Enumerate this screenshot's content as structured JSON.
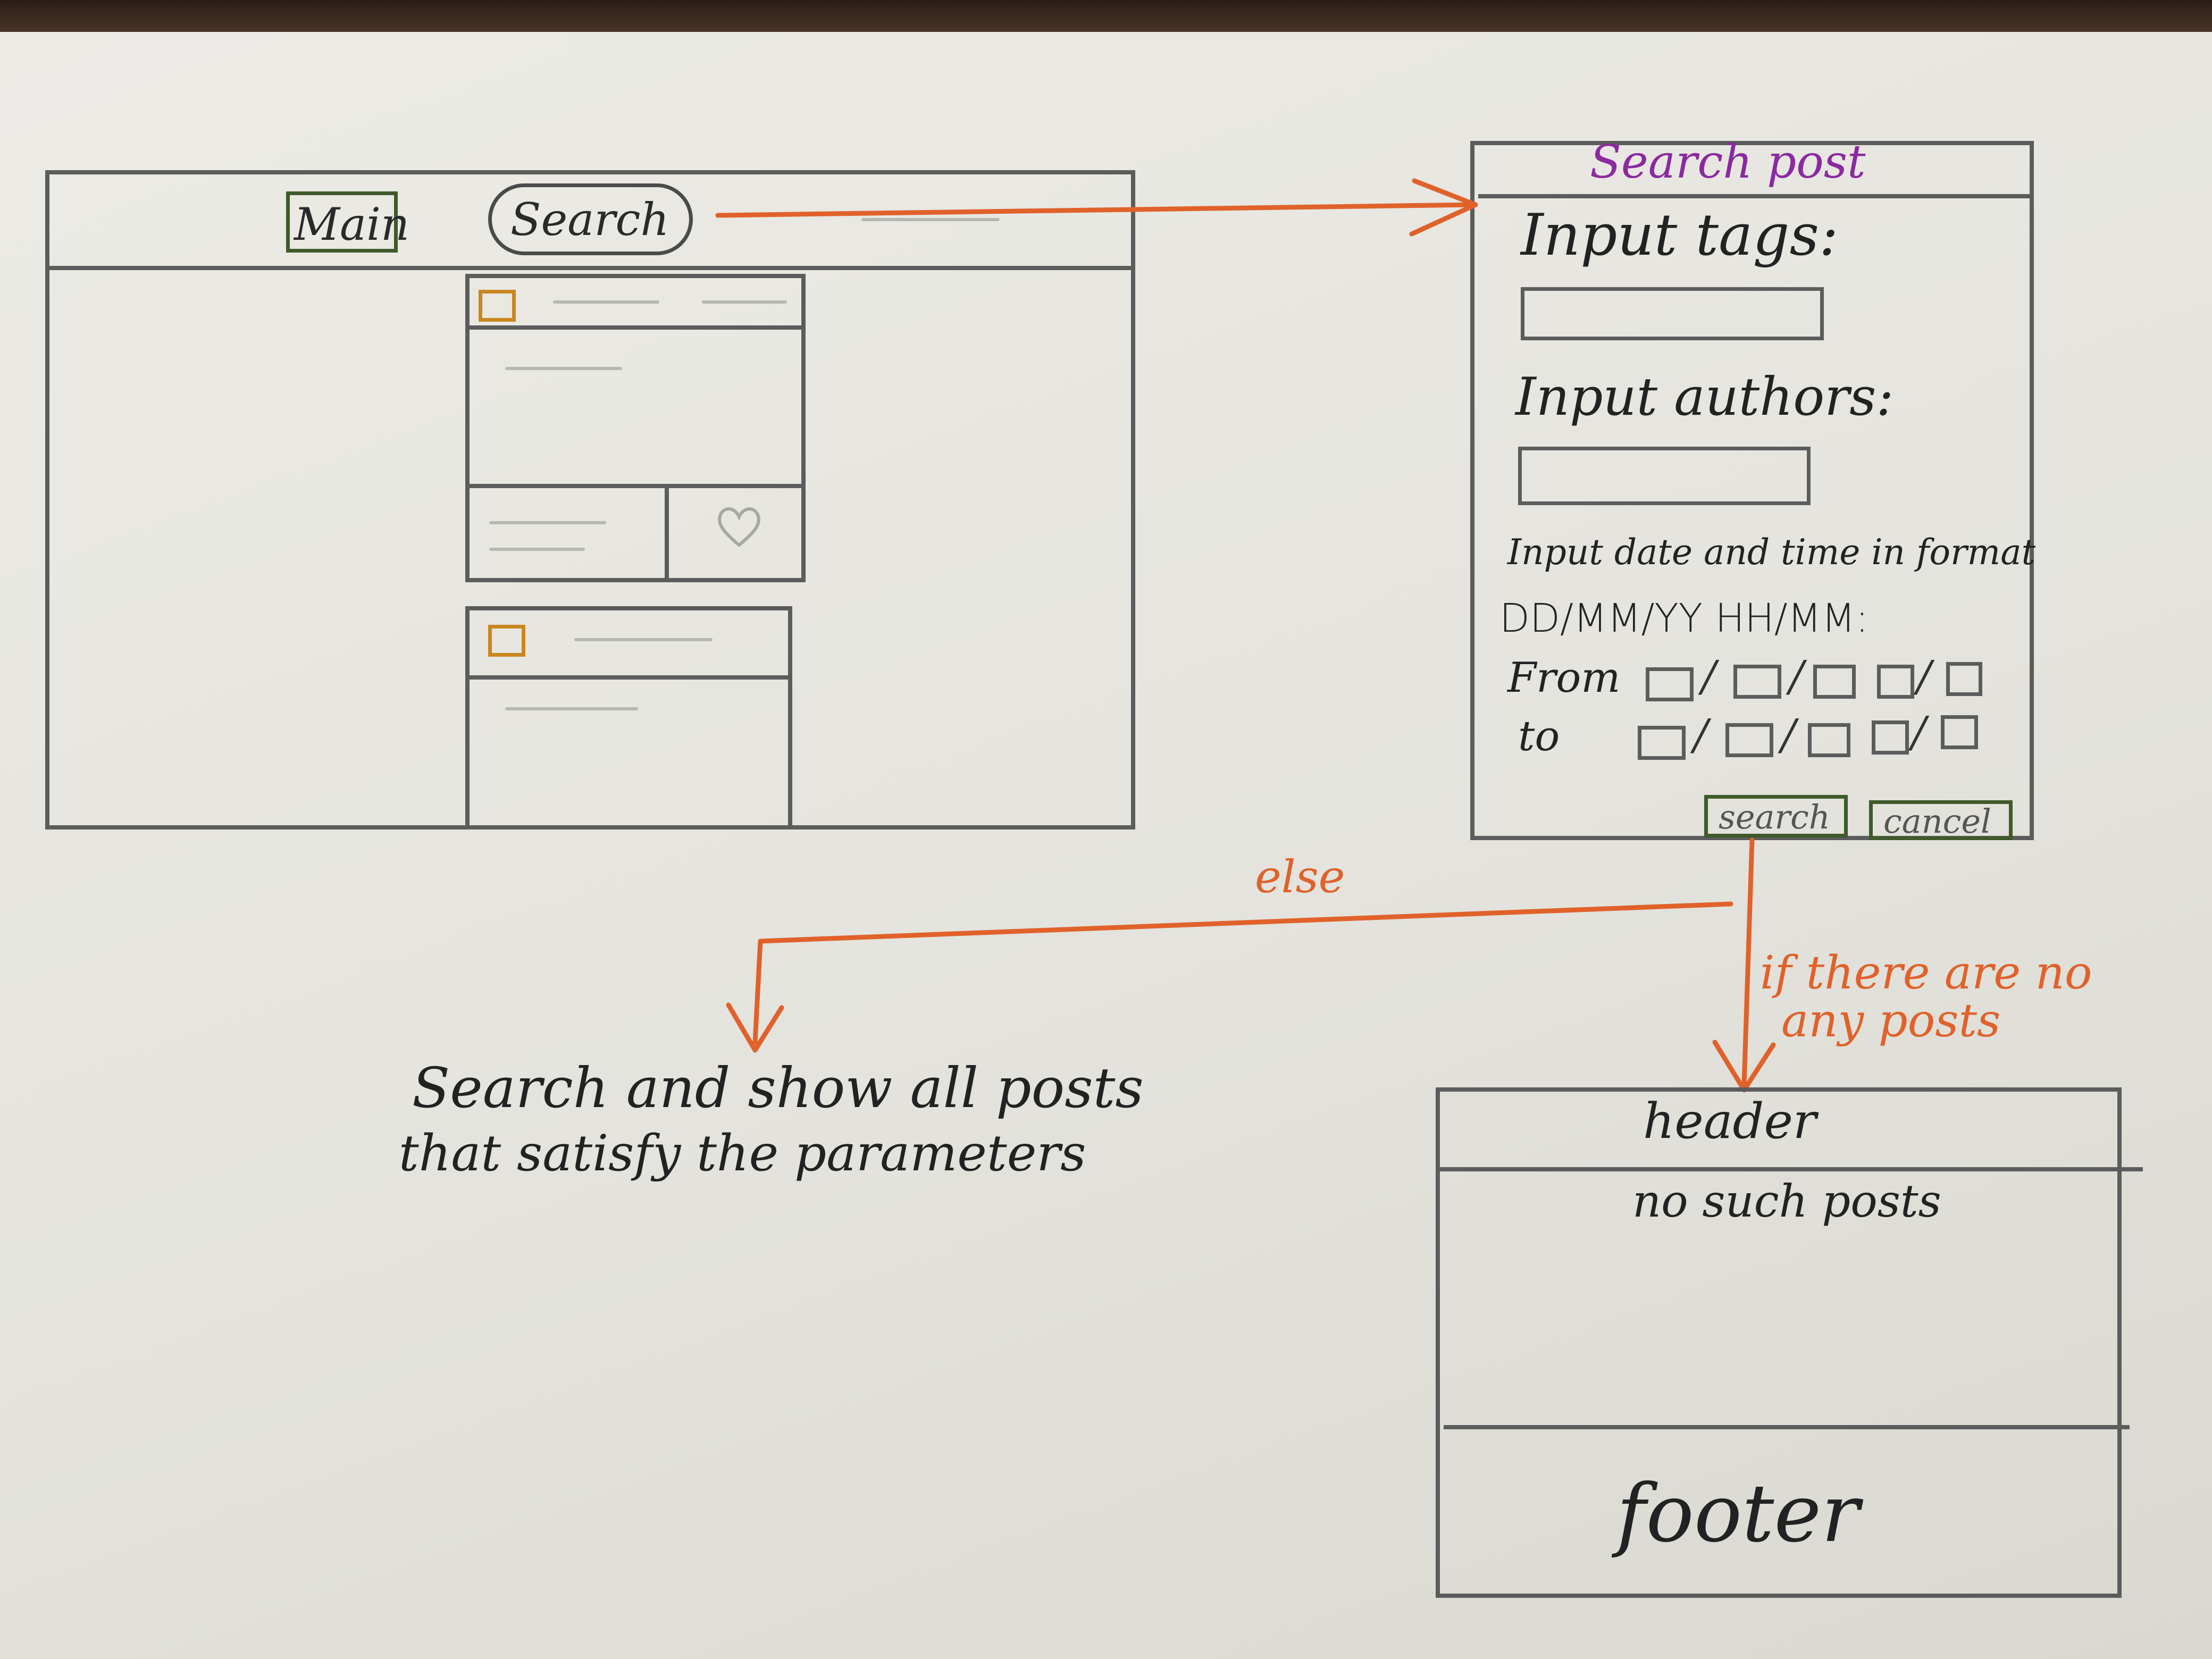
{
  "main_window": {
    "nav_main": "Main",
    "nav_search": "Search"
  },
  "search_dialog": {
    "title": "Search post",
    "tags_label": "Input tags:",
    "authors_label": "Input authors:",
    "date_instruction": "Input date and time in format",
    "date_format": "DD/MM/YY HH/MM:",
    "from_label": "From",
    "to_label": "to",
    "search_button": "search",
    "cancel_button": "cancel"
  },
  "flow": {
    "else_label": "else",
    "else_result_line1": "Search and show all posts",
    "else_result_line2": "that satisfy the parameters",
    "if_label_line1": "if there are no",
    "if_label_line2": "any posts"
  },
  "empty_page": {
    "header": "header",
    "message": "no such posts",
    "footer": "footer"
  },
  "colors": {
    "arrow": "#e0622a",
    "title": "#8a2aa0",
    "pencil": "#5c5c5c"
  }
}
